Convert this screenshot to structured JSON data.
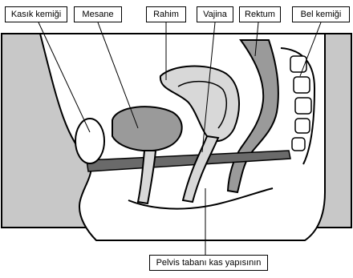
{
  "labels": {
    "pubic_bone": "Kasık kemiği",
    "bladder": "Mesane",
    "uterus": "Rahim",
    "vagina": "Vajina",
    "rectum": "Rektum",
    "spine": "Bel kemiği",
    "pelvic_floor": "Pelvis tabanı kas yapısının"
  },
  "colors": {
    "background_panel": "#c8c8c8",
    "organ_fill": "#9a9a9a",
    "organ_light": "#d8d8d8",
    "muscle_fill": "#6a6a6a",
    "outline": "#000000"
  }
}
